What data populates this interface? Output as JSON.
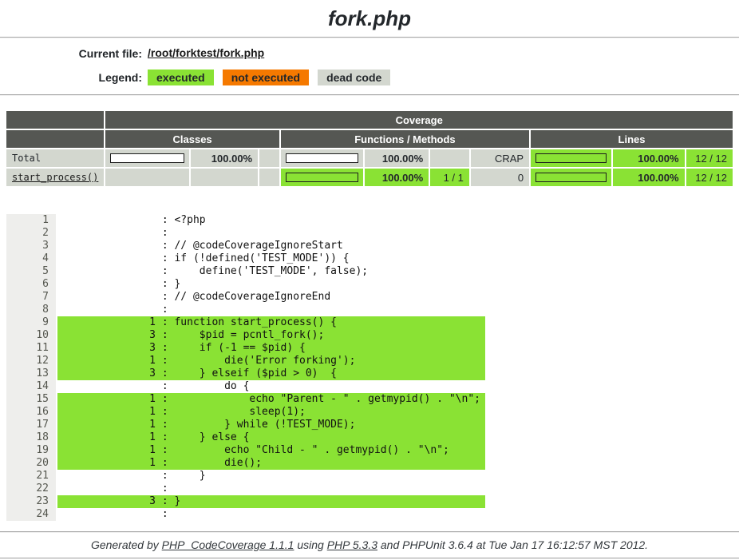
{
  "page": {
    "title": "fork.php"
  },
  "colors": {
    "header": "#555753",
    "row": "#d3d7cf",
    "covered": "#8ae234",
    "not_covered": "#f57900",
    "dead": "#d3d7cf",
    "gutter": "#eeeeec"
  },
  "file_info": {
    "label": "Current file:",
    "path": "/root/forktest/fork.php"
  },
  "legend": {
    "label": "Legend:",
    "items": [
      {
        "label": "executed",
        "key": "covered"
      },
      {
        "label": "not executed",
        "key": "uncovered"
      },
      {
        "label": "dead code",
        "key": "dead"
      }
    ]
  },
  "coverage_table": {
    "top_header": "Coverage",
    "group_headers": [
      "Classes",
      "Functions / Methods",
      "Lines"
    ],
    "rows": [
      {
        "name": "Total",
        "link": false,
        "cells": [
          {
            "name": "classes-bar-cell",
            "type": "bar",
            "fill": "white",
            "green": false
          },
          {
            "name": "classes-pct-cell",
            "type": "text",
            "text": "100.00%",
            "bold": true,
            "green": false
          },
          {
            "name": "classes-ratio-cell",
            "type": "text",
            "text": "",
            "bold": false,
            "green": false
          },
          {
            "name": "functions-bar-cell",
            "type": "bar",
            "fill": "white",
            "green": false
          },
          {
            "name": "functions-pct-cell",
            "type": "text",
            "text": "100.00%",
            "bold": true,
            "green": false
          },
          {
            "name": "functions-ratio-cell",
            "type": "text",
            "text": "",
            "bold": false,
            "green": false
          },
          {
            "name": "crap-cell",
            "type": "text",
            "text": "CRAP",
            "bold": false,
            "green": false
          },
          {
            "name": "lines-bar-cell",
            "type": "bar",
            "fill": "green",
            "green": true
          },
          {
            "name": "lines-pct-cell",
            "type": "text",
            "text": "100.00%",
            "bold": true,
            "green": true
          },
          {
            "name": "lines-ratio-cell",
            "type": "text",
            "text": "12 / 12",
            "bold": false,
            "green": true
          }
        ]
      },
      {
        "name": "start_process()",
        "link": true,
        "cells": [
          {
            "name": "classes-bar-cell",
            "type": "bar",
            "fill": null,
            "green": false
          },
          {
            "name": "classes-pct-cell",
            "type": "text",
            "text": "",
            "bold": false,
            "green": false
          },
          {
            "name": "classes-ratio-cell",
            "type": "text",
            "text": "",
            "bold": false,
            "green": false
          },
          {
            "name": "functions-bar-cell",
            "type": "bar",
            "fill": "green",
            "green": true
          },
          {
            "name": "functions-pct-cell",
            "type": "text",
            "text": "100.00%",
            "bold": true,
            "green": true
          },
          {
            "name": "functions-ratio-cell",
            "type": "text",
            "text": "1 / 1",
            "bold": false,
            "green": true
          },
          {
            "name": "crap-cell",
            "type": "text",
            "text": "0",
            "bold": false,
            "green": false
          },
          {
            "name": "lines-bar-cell",
            "type": "bar",
            "fill": "green",
            "green": true
          },
          {
            "name": "lines-pct-cell",
            "type": "text",
            "text": "100.00%",
            "bold": true,
            "green": true
          },
          {
            "name": "lines-ratio-cell",
            "type": "text",
            "text": "12 / 12",
            "bold": false,
            "green": true
          }
        ]
      }
    ]
  },
  "source": {
    "lines": [
      {
        "num": "1",
        "count": "",
        "covered": false,
        "code": "<?php"
      },
      {
        "num": "2",
        "count": "",
        "covered": false,
        "code": ""
      },
      {
        "num": "3",
        "count": "",
        "covered": false,
        "code": "// @codeCoverageIgnoreStart"
      },
      {
        "num": "4",
        "count": "",
        "covered": false,
        "code": "if (!defined('TEST_MODE')) {"
      },
      {
        "num": "5",
        "count": "",
        "covered": false,
        "code": "    define('TEST_MODE', false);"
      },
      {
        "num": "6",
        "count": "",
        "covered": false,
        "code": "}"
      },
      {
        "num": "7",
        "count": "",
        "covered": false,
        "code": "// @codeCoverageIgnoreEnd"
      },
      {
        "num": "8",
        "count": "",
        "covered": false,
        "code": ""
      },
      {
        "num": "9",
        "count": "1",
        "covered": true,
        "code": "function start_process() {"
      },
      {
        "num": "10",
        "count": "3",
        "covered": true,
        "code": "    $pid = pcntl_fork();"
      },
      {
        "num": "11",
        "count": "3",
        "covered": true,
        "code": "    if (-1 == $pid) {"
      },
      {
        "num": "12",
        "count": "1",
        "covered": true,
        "code": "        die('Error forking');"
      },
      {
        "num": "13",
        "count": "3",
        "covered": true,
        "code": "    } elseif ($pid > 0)  {"
      },
      {
        "num": "14",
        "count": "",
        "covered": false,
        "code": "        do {"
      },
      {
        "num": "15",
        "count": "1",
        "covered": true,
        "code": "            echo \"Parent - \" . getmypid() . \"\\n\";"
      },
      {
        "num": "16",
        "count": "1",
        "covered": true,
        "code": "            sleep(1);"
      },
      {
        "num": "17",
        "count": "1",
        "covered": true,
        "code": "        } while (!TEST_MODE);"
      },
      {
        "num": "18",
        "count": "1",
        "covered": true,
        "code": "    } else {"
      },
      {
        "num": "19",
        "count": "1",
        "covered": true,
        "code": "        echo \"Child - \" . getmypid() . \"\\n\";"
      },
      {
        "num": "20",
        "count": "1",
        "covered": true,
        "code": "        die();"
      },
      {
        "num": "21",
        "count": "",
        "covered": false,
        "code": "    }"
      },
      {
        "num": "22",
        "count": "",
        "covered": false,
        "code": ""
      },
      {
        "num": "23",
        "count": "3",
        "covered": true,
        "code": "}"
      },
      {
        "num": "24",
        "count": "",
        "covered": false,
        "code": ""
      }
    ]
  },
  "footer": {
    "prefix": "Generated by ",
    "link1": "PHP_CodeCoverage 1.1.1",
    "mid1": " using ",
    "link2": "PHP 5.3.3",
    "suffix": " and PHPUnit 3.6.4 at Tue Jan 17 16:12:57 MST 2012."
  }
}
